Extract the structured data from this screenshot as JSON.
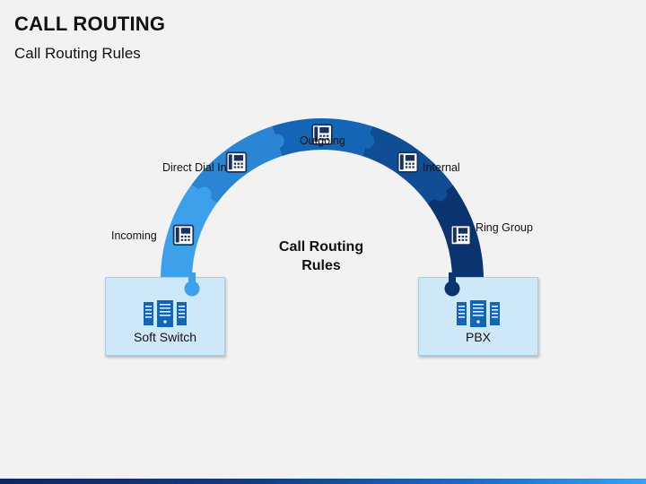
{
  "header": {
    "title": "CALL ROUTING",
    "subtitle": "Call Routing Rules"
  },
  "center": {
    "line1": "Call Routing",
    "line2": "Rules"
  },
  "segments": [
    {
      "label": "Incoming",
      "color": "#3da0ea"
    },
    {
      "label": "Direct Dial In",
      "color": "#2a86d4"
    },
    {
      "label": "Outgoing",
      "color": "#1565b6"
    },
    {
      "label": "Internal",
      "color": "#0f4d94"
    },
    {
      "label": "Ring Group",
      "color": "#0a3470"
    }
  ],
  "icons": {
    "segment_icon": "desk-phone-icon",
    "box_icon": "server-rack-icon"
  },
  "boxes": {
    "left": "Soft Switch",
    "right": "PBX"
  },
  "colors": {
    "server": "#1565b6",
    "box_fill": "#cfe8f8"
  }
}
